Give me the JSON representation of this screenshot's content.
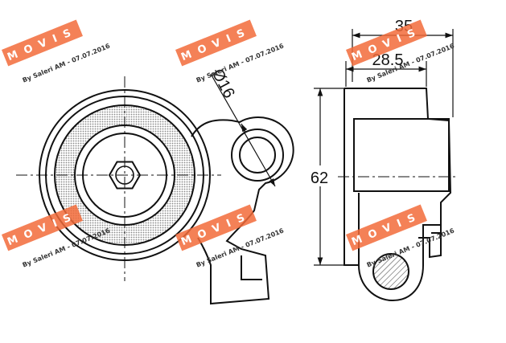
{
  "dimensions": {
    "width_total": "35",
    "width_inner": "28.5",
    "bore_diameter": "Ø16",
    "height": "62"
  },
  "watermark": {
    "brand": "MOVIS",
    "caption": "By Saleri AM - 07.07.2016",
    "color": "#f26b3a"
  },
  "colors": {
    "line": "#111111",
    "hatch": "#7a7a7a"
  }
}
